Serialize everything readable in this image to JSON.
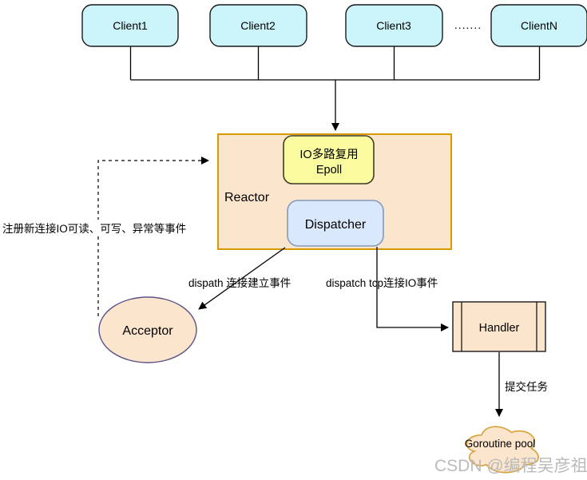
{
  "clients": [
    {
      "label": "Client1"
    },
    {
      "label": "Client2"
    },
    {
      "label": "Client3"
    },
    {
      "label": "ClientN"
    }
  ],
  "ellipsis": ".......",
  "reactor": {
    "label": "Reactor",
    "epoll": {
      "line1": "IO多路复用",
      "line2": "Epoll"
    },
    "dispatcher_label": "Dispatcher"
  },
  "acceptor_label": "Acceptor",
  "handler_label": "Handler",
  "goroutine_pool_label": "Goroutine pool",
  "edge_labels": {
    "register_events": "注册新连接IO可读、可写、异常等事件",
    "dispatch_accept": "dispath 连接建立事件",
    "dispatch_io": "dispatch tcp连接IO事件",
    "submit_task": "提交任务"
  },
  "watermark": "CSDN @编程吴彦祖",
  "colors": {
    "client_fill": "#ccf5fb",
    "peach_fill": "#fce5cd",
    "reactor_border": "#d79b00",
    "epoll_fill": "#fafa9e",
    "dispatcher_fill": "#dae8fc",
    "dispatcher_border": "#8499bd",
    "acceptor_border": "#5c538b",
    "cloud_border": "#d6a136",
    "edge_color": "#000000",
    "watermark_color": "#bbbbbb"
  }
}
